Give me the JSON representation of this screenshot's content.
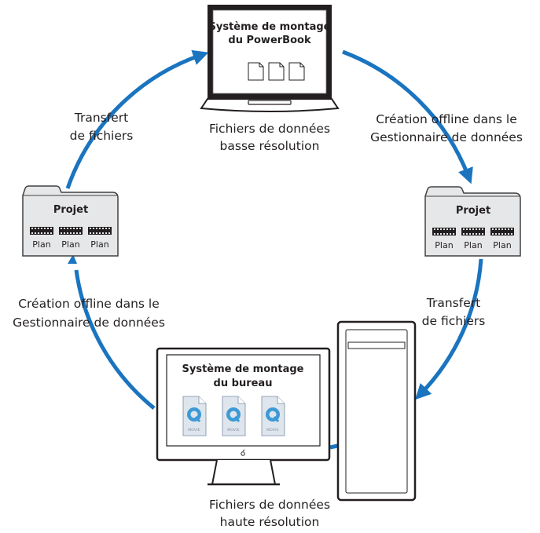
{
  "colors": {
    "arrow": "#1a74bf",
    "panel": "#e6e7e8",
    "panel_stroke": "#414042",
    "device_dark": "#231f20",
    "text": "#231f20"
  },
  "laptop": {
    "title_line1": "Système de montage",
    "title_line2": "du PowerBook",
    "caption_line1": "Fichiers de données",
    "caption_line2": "basse résolution",
    "icon": "document-icon"
  },
  "desktop": {
    "title_line1": "Système de montage",
    "title_line2": "du bureau",
    "caption_line1": "Fichiers de données",
    "caption_line2": "haute résolution",
    "movie_label": "MOVIE",
    "icon": "quicktime-movie-icon",
    "logo": "apple-logo-icon"
  },
  "project_right": {
    "title": "Projet",
    "clips": [
      "Plan",
      "Plan",
      "Plan"
    ]
  },
  "project_left": {
    "title": "Projet",
    "clips": [
      "Plan",
      "Plan",
      "Plan"
    ]
  },
  "labels": {
    "top_right_line1": "Création offline dans le",
    "top_right_line2": "Gestionnaire de données",
    "right_line1": "Transfert",
    "right_line2": "de fichiers",
    "left_line1": "Création offline dans le",
    "left_line2": "Gestionnaire de données",
    "top_left_line1": "Transfert",
    "top_left_line2": "de fichiers"
  }
}
